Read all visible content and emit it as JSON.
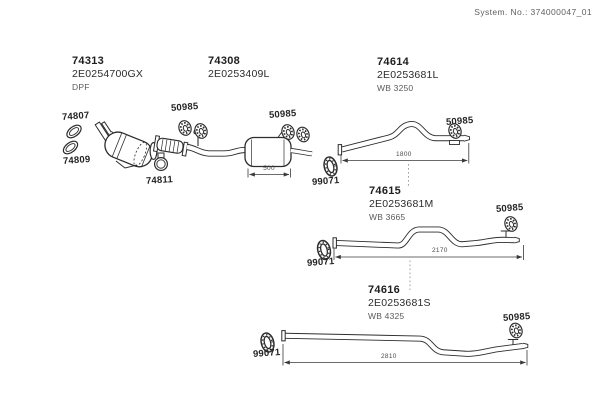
{
  "meta": {
    "system_no": "System. No.: 374000047_01"
  },
  "colors": {
    "line": "#2d2d2d",
    "label_text": "#252525",
    "muted_text": "#5a5a5a",
    "background": "#ffffff"
  },
  "assemblies": {
    "a74313": {
      "ref": "74313",
      "oem": "2E0254700GX",
      "note": "DPF"
    },
    "a74308": {
      "ref": "74308",
      "oem": "2E0253409L"
    },
    "a74614": {
      "ref": "74614",
      "oem": "2E0253681L",
      "note": "WB 3250"
    },
    "a74615": {
      "ref": "74615",
      "oem": "2E0253681M",
      "note": "WB 3665"
    },
    "a74616": {
      "ref": "74616",
      "oem": "2E0253681S",
      "note": "WB 4325"
    }
  },
  "parts": {
    "gasket_upper": "74807",
    "gasket_lower": "74809",
    "flex_clamp": "74811",
    "clamp": "50985",
    "oring": "99071"
  },
  "dims": {
    "muffler_mm": "500",
    "pipe_74614_mm": "1800",
    "pipe_74615_mm": "2170",
    "pipe_74616_mm": "2810"
  }
}
